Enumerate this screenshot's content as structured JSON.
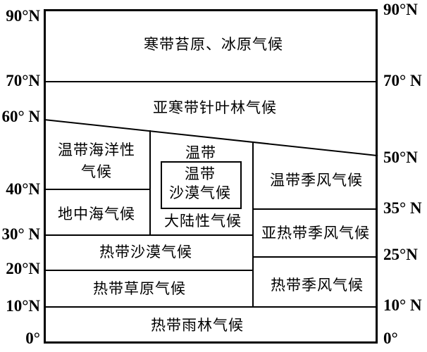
{
  "diagram": {
    "kind": "latitude-climate-zones-model",
    "zones": {
      "polar": "寒带苔原、冰原气候",
      "subarctic": "亚寒带针叶林气候",
      "oceanic_l1": "温带海洋性",
      "oceanic_l2": "气候",
      "mediterranean": "地中海气候",
      "continental_l1": "温带",
      "continental_l2": "大陆性气候",
      "temperate_desert_l1": "温带",
      "temperate_desert_l2": "沙漠气候",
      "temperate_monsoon": "温带季风气候",
      "subtropical_monsoon": "亚热带季风气候",
      "tropical_desert": "热带沙漠气候",
      "savanna": "热带草原气候",
      "tropical_monsoon": "热带季风气候",
      "rainforest": "热带雨林气候"
    },
    "left_axis": [
      "90°N",
      "70°N",
      "60° N",
      "40°N",
      "30° N",
      "20°N",
      "10°N",
      "0°"
    ],
    "right_axis": [
      "90°N",
      "70° N",
      "50°N",
      "35° N",
      "25°N",
      "10° N",
      "0°"
    ],
    "colors": {
      "line": "#000000",
      "background": "#ffffff",
      "text": "#000000"
    }
  }
}
